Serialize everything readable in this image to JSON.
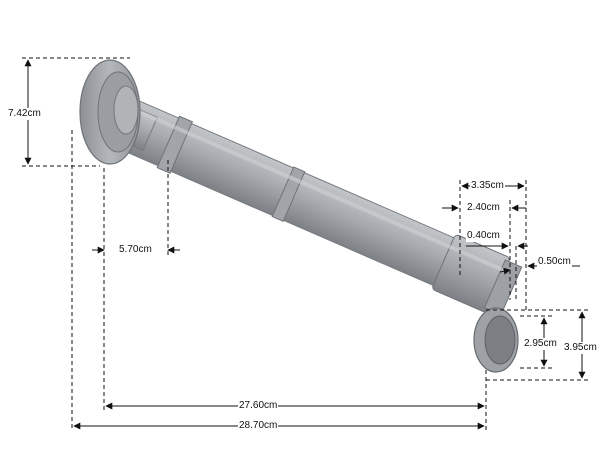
{
  "dimensions": {
    "flange_height": "7.42cm",
    "flange_to_pipe": "5.70cm",
    "inner_length": "27.60cm",
    "overall_length": "28.70cm",
    "end_outer": "3.35cm",
    "end_inner": "2.40cm",
    "wall_a": "0.40cm",
    "wall_b": "0.50cm",
    "bore_diameter": "2.95cm",
    "outer_diameter": "3.95cm"
  },
  "colors": {
    "background": "#ffffff",
    "pipe": "#a9adb1",
    "pipe_shadow": "#7f8388",
    "pipe_highlight": "#c6c9cc",
    "dimension_line": "#111111"
  }
}
